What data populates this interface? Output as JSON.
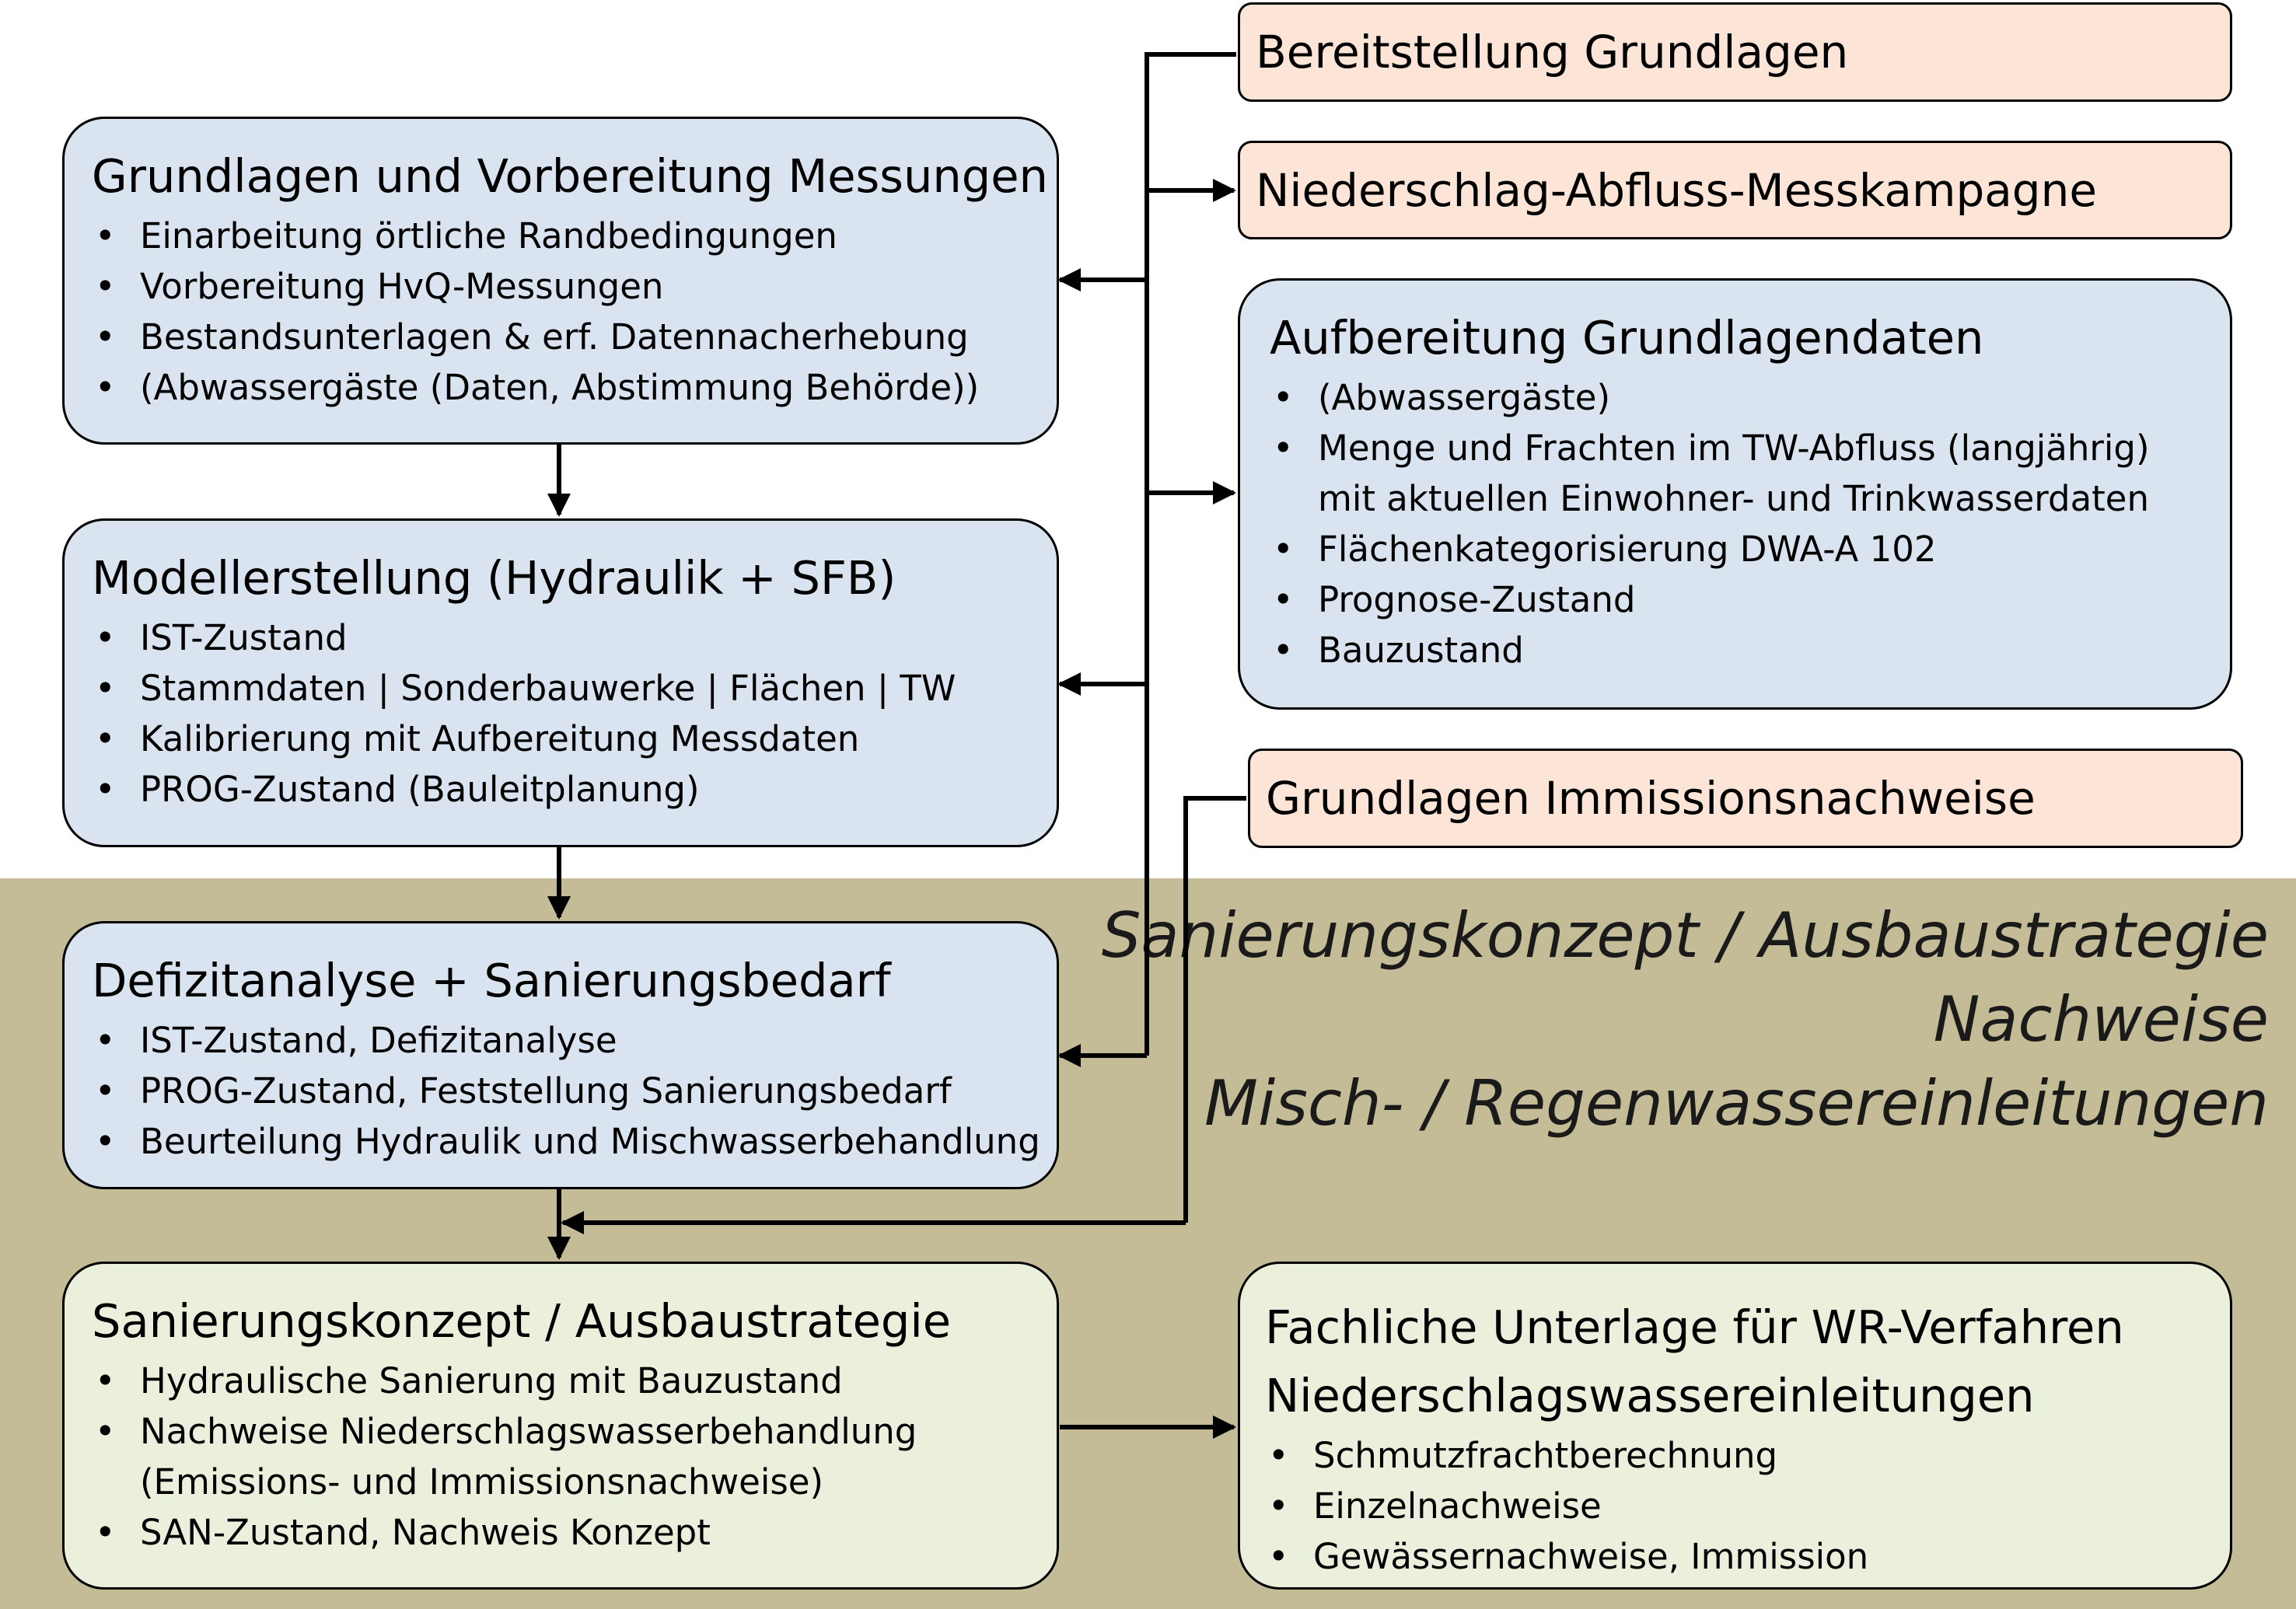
{
  "background_band": {
    "color": "#c4bb97"
  },
  "band_text": [
    "Sanierungskonzept / Ausbaustrategie",
    "Nachweise",
    "Misch- / Regenwassereinleitungen"
  ],
  "colors": {
    "process_box": "#dae3f0",
    "result_box": "#ebf0dc",
    "input_box": "#fce4d6",
    "lines": "#000000"
  },
  "left_column": [
    {
      "title": "Grundlagen und Vorbereitung Messungen",
      "items": [
        "Einarbeitung örtliche Randbedingungen",
        "Vorbereitung HvQ-Messungen",
        "Bestandsunterlagen & erf. Datennacherhebung",
        "(Abwassergäste (Daten, Abstimmung Behörde))"
      ]
    },
    {
      "title": "Modellerstellung (Hydraulik + SFB)",
      "items": [
        "IST-Zustand",
        "Stammdaten | Sonderbauwerke | Flächen | TW",
        "Kalibrierung mit Aufbereitung Messdaten",
        "PROG-Zustand (Bauleitplanung)"
      ]
    },
    {
      "title": "Defizitanalyse + Sanierungsbedarf",
      "items": [
        "IST-Zustand, Defizitanalyse",
        "PROG-Zustand, Feststellung Sanierungsbedarf",
        "Beurteilung Hydraulik und Mischwasserbehandlung"
      ]
    },
    {
      "title": "Sanierungskonzept / Ausbaustrategie",
      "items": [
        "Hydraulische Sanierung mit Bauzustand",
        "Nachweise Niederschlagswasserbehandlung",
        "(Emissions- und Immissionsnachweise)",
        "SAN-Zustand, Nachweis Konzept"
      ]
    }
  ],
  "right_column": {
    "bereitstellung": "Bereitstellung Grundlagen",
    "messkampagne": "Niederschlag-Abfluss-Messkampagne",
    "aufbereitung": {
      "title": "Aufbereitung Grundlagendaten",
      "items": [
        "(Abwassergäste)",
        "Menge und Frachten im TW-Abfluss (langjährig)",
        "mit aktuellen Einwohner- und Trinkwasserdaten",
        "Flächenkategorisierung DWA-A 102",
        "Prognose-Zustand",
        "Bauzustand"
      ]
    },
    "immission": "Grundlagen Immissionsnachweise",
    "fachlich": {
      "title_lines": [
        "Fachliche Unterlage für WR-Verfahren",
        "Niederschlagswassereinleitungen"
      ],
      "items": [
        "Schmutzfrachtberechnung",
        "Einzelnachweise",
        "Gewässernachweise, Immission"
      ]
    }
  }
}
